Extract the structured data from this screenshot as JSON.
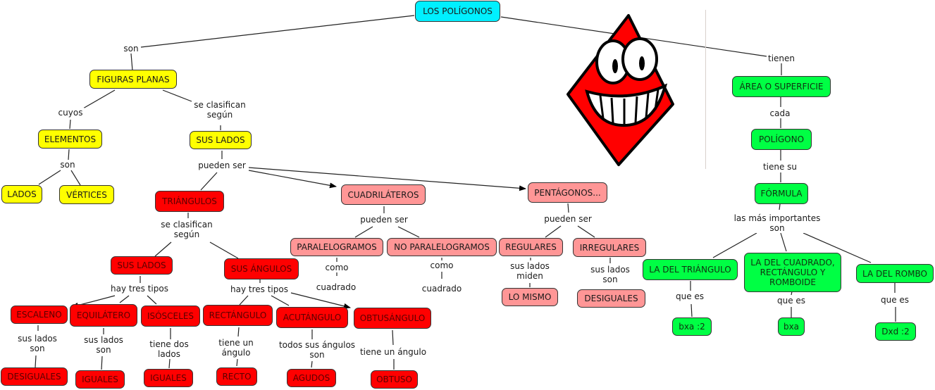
{
  "title": "LOS POLÍGONOS",
  "colors": {
    "root": "#00f0ff",
    "level1": "#ffff00",
    "triangles": "#ff0000",
    "quads_pentagons": "#ff9696",
    "area": "#00ff44"
  },
  "nodes": {
    "root": "LOS POLÍGONOS",
    "figuras_planas": "FIGURAS PLANAS",
    "elementos": "ELEMENTOS",
    "lados": "LADOS",
    "vertices": "VÉRTICES",
    "sus_lados_top": "SUS LADOS",
    "triangulos": "TRIÁNGULOS",
    "cuadrilateros": "CUADRILÁTEROS",
    "pentagonos": "PENTÁGONOS...",
    "tri_sus_lados": "SUS LADOS",
    "tri_sus_angulos": "SUS ÁNGULOS",
    "escaleno": "ESCALENO",
    "equilatero": "EQUILÁTERO",
    "isosceles": "ISÓSCELES",
    "rectangulo": "RECTÁNGULO",
    "acutangulo": "ACUTÁNGULO",
    "obtusangulo": "OBTUSÁNGULO",
    "desiguales_tri": "DESIGUALES",
    "iguales_equi": "IGUALES",
    "iguales_iso": "IGUALES",
    "recto": "RECTO",
    "agudos": "AGUDOS",
    "obtuso": "OBTUSO",
    "paralelogramos": "PARALELOGRAMOS",
    "no_paralelogramos": "NO PARALELOGRAMOS",
    "regulares": "REGULARES",
    "irregulares": "IRREGULARES",
    "lo_mismo": "LO MISMO",
    "desiguales_pent": "DESIGUALES",
    "area": "ÁREA O SUPERFICIE",
    "poligono": "POLÍGONO",
    "formula": "FÓRMULA",
    "la_del_triangulo": "LA DEL TRIÁNGULO",
    "la_del_cuadrado": "LA DEL CUADRADO,\nRECTÁNGULO Y\nROMBOIDE",
    "la_del_rombo": "LA DEL ROMBO",
    "bxa2": "bxa :2",
    "bxa": "bxa",
    "dxd2": "Dxd :2"
  },
  "links": {
    "son_root": "son",
    "tienen": "tienen",
    "cuyos": "cuyos",
    "se_clasifican_top": "se clasifican\nsegún",
    "son_elementos": "son",
    "pueden_ser_lados": "pueden ser",
    "se_clasifican_tri": "se clasifican\nsegún",
    "hay_tres_tipos_lados": "hay tres tipos",
    "hay_tres_tipos_angulos": "hay tres tipos",
    "sus_lados_son_esc": "sus lados\nson",
    "sus_lados_son_equi": "sus lados\nson",
    "tiene_dos_lados": "tiene dos\nlados",
    "tiene_un_angulo_rect": "tiene un\nángulo",
    "todos_sus_angulos": "todos sus ángulos\nson",
    "tiene_un_angulo_obt": "tiene un ángulo",
    "pueden_ser_cuad": "pueden ser",
    "como_par": "como",
    "cuadrado_par": "cuadrado",
    "como_nopar": "como",
    "cuadrado_nopar": "cuadrado",
    "pueden_ser_pent": "pueden ser",
    "sus_lados_miden": "sus lados\nmiden",
    "sus_lados_son_irr": "sus lados\nson",
    "cada": "cada",
    "tiene_su": "tiene su",
    "las_mas_importantes": "las más importantes\nson",
    "que_es_tri": "que es",
    "que_es_cuad": "que es",
    "que_es_rombo": "que es"
  },
  "mascot": "smiling-rhombus-cartoon"
}
